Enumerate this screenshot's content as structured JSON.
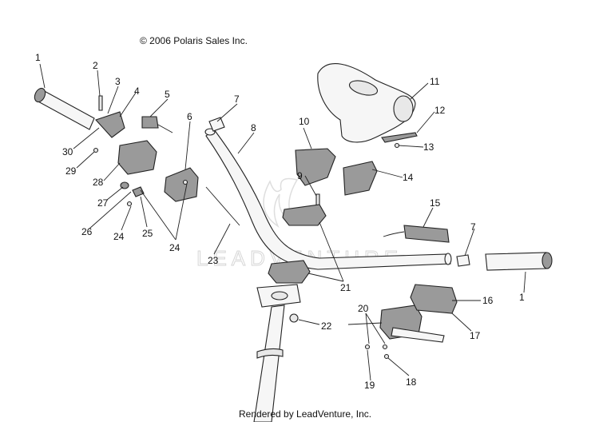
{
  "copyright": "© 2006 Polaris Sales Inc.",
  "footer": "Rendered by LeadVenture, Inc.",
  "watermark": "LEADVENTURE",
  "callouts": [
    {
      "id": "c1a",
      "text": "1"
    },
    {
      "id": "c2",
      "text": "2"
    },
    {
      "id": "c3",
      "text": "3"
    },
    {
      "id": "c4",
      "text": "4"
    },
    {
      "id": "c5",
      "text": "5"
    },
    {
      "id": "c6",
      "text": "6"
    },
    {
      "id": "c7a",
      "text": "7"
    },
    {
      "id": "c8",
      "text": "8"
    },
    {
      "id": "c9",
      "text": "9"
    },
    {
      "id": "c10",
      "text": "10"
    },
    {
      "id": "c11",
      "text": "11"
    },
    {
      "id": "c12",
      "text": "12"
    },
    {
      "id": "c13",
      "text": "13"
    },
    {
      "id": "c14",
      "text": "14"
    },
    {
      "id": "c15",
      "text": "15"
    },
    {
      "id": "c16",
      "text": "16"
    },
    {
      "id": "c17",
      "text": "17"
    },
    {
      "id": "c18",
      "text": "18"
    },
    {
      "id": "c19",
      "text": "19"
    },
    {
      "id": "c20",
      "text": "20"
    },
    {
      "id": "c21",
      "text": "21"
    },
    {
      "id": "c22",
      "text": "22"
    },
    {
      "id": "c23",
      "text": "23"
    },
    {
      "id": "c24a",
      "text": "24"
    },
    {
      "id": "c24b",
      "text": "24"
    },
    {
      "id": "c25",
      "text": "25"
    },
    {
      "id": "c26",
      "text": "26"
    },
    {
      "id": "c27",
      "text": "27"
    },
    {
      "id": "c28",
      "text": "28"
    },
    {
      "id": "c29",
      "text": "29"
    },
    {
      "id": "c30",
      "text": "30"
    },
    {
      "id": "c7b",
      "text": "7"
    },
    {
      "id": "c1b",
      "text": "1"
    }
  ]
}
